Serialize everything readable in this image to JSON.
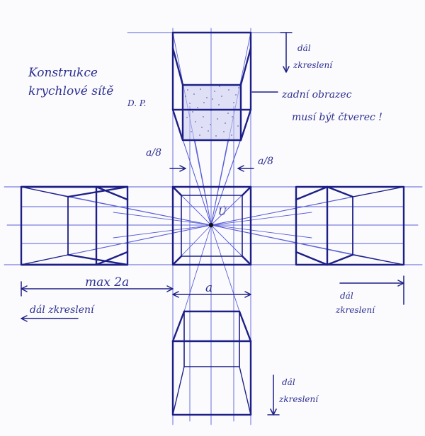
{
  "diagram": {
    "title_line1": "Konstrukce",
    "title_line2": "krychlové sítě",
    "initials": "D. P.",
    "note_line1": "zadní obrazec",
    "note_line2": "musí být čtverec !",
    "label_a8_left": "a/8",
    "label_a8_right": "a/8",
    "label_vanishing": "Ú",
    "label_max": "max 2a",
    "label_a": "a",
    "continue_top_1": "dál",
    "continue_top_2": "zkreslení",
    "continue_right_1": "dál",
    "continue_right_2": "zkreslení",
    "continue_left": "dál zkreslení",
    "continue_bottom_1": "dál",
    "continue_bottom_2": "zkreslení"
  },
  "colors": {
    "ink_dark": "#1d1f86",
    "ink_light": "#5a5fd6",
    "shading": "#3a3d9c"
  }
}
